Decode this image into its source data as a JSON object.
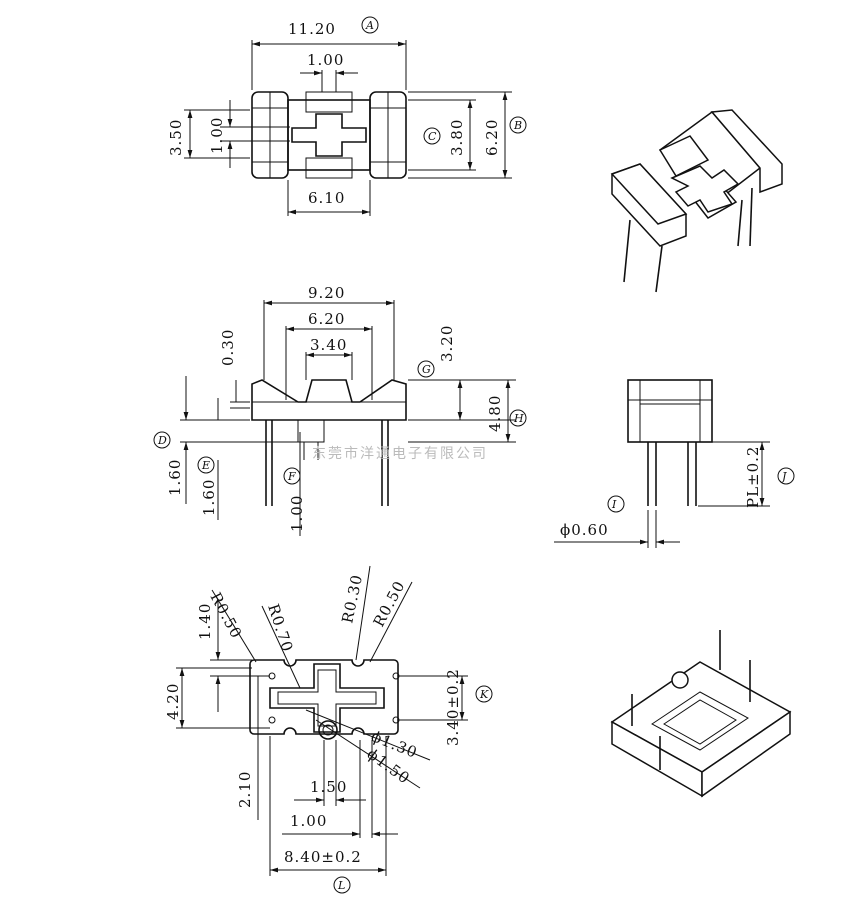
{
  "watermark": "东莞市洋通电子有限公司",
  "top_view": {
    "width": "11.20",
    "width_tag": "A",
    "slot_width": "1.00",
    "bottom_width": "6.10",
    "left_h_outer": "3.50",
    "left_h_inner": "1.00",
    "right_h_inner": "3.80",
    "right_h_inner_tag": "C",
    "right_h_outer": "6.20",
    "right_h_outer_tag": "B"
  },
  "front_view": {
    "width_outer": "9.20",
    "width_mid": "6.20",
    "width_inner": "3.40",
    "height_top": "3.20",
    "height_top_tag": "G",
    "height_body": "4.80",
    "height_body_tag": "H",
    "height_small": "0.30",
    "left_dim_d": "1.60",
    "left_dim_d_tag": "D",
    "left_dim_e": "1.60",
    "left_dim_e_tag": "E",
    "left_dim_f": "1.00",
    "left_dim_f_tag": "F"
  },
  "side_view": {
    "pin_diameter": "ϕ0.60",
    "pin_tag": "I",
    "pin_length": "PL±0.2",
    "pin_length_tag": "J"
  },
  "bottom_view": {
    "r1": "R0.50",
    "r2": "R0.70",
    "r3": "R0.30",
    "r4": "R0.50",
    "left_top": "1.40",
    "left_mid": "4.20",
    "left_bot": "2.10",
    "right_dim": "3.40±0.2",
    "right_dim_tag": "K",
    "hole_dia": "ϕ1.30",
    "boss_dia": "ϕ1.50",
    "bot_150": "1.50",
    "bot_100": "1.00",
    "overall": "8.40±0.2",
    "overall_tag": "L"
  }
}
